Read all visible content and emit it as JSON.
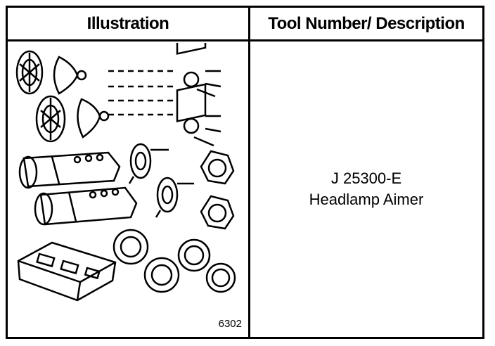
{
  "header": {
    "illustration": "Illustration",
    "tool_number_description": "Tool Number/ Description"
  },
  "tool": {
    "number": "J 25300-E",
    "description": "Headlamp Aimer"
  },
  "figure": {
    "number": "6302"
  }
}
